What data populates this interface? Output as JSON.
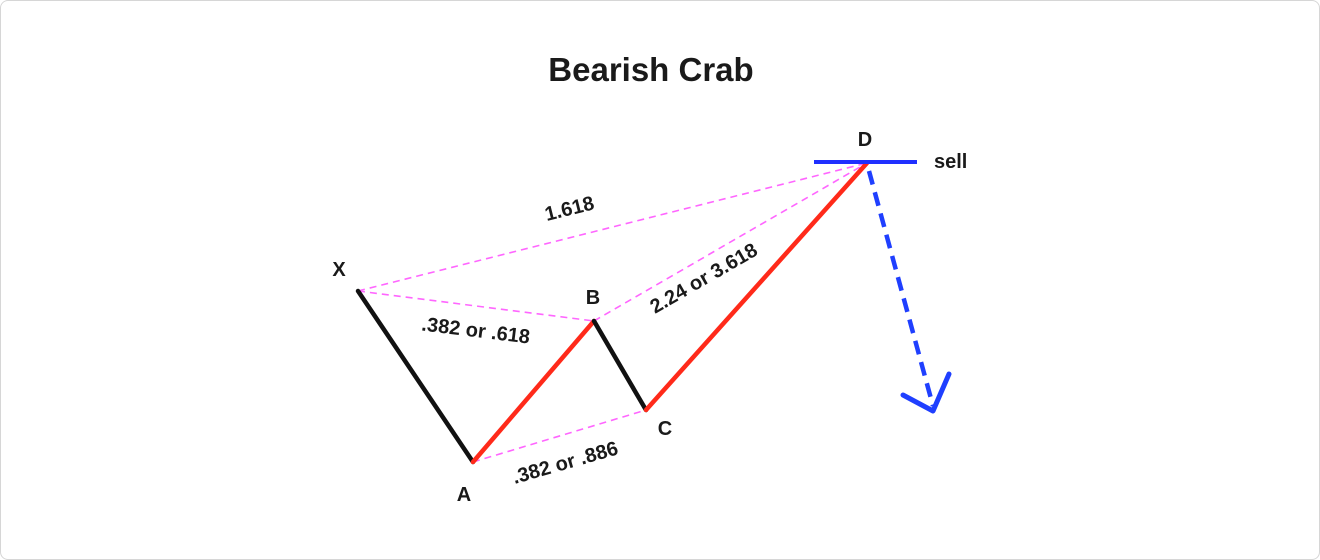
{
  "title": "Bearish Crab",
  "points": {
    "X": "X",
    "A": "A",
    "B": "B",
    "C": "C",
    "D": "D"
  },
  "ratios": {
    "xd": "1.618",
    "xb": ".382 or .618",
    "ac": ".382 or .886",
    "bd": "2.24 or 3.618"
  },
  "action_label": "sell",
  "colors": {
    "black_leg": "#111111",
    "red_leg": "#ff2a1a",
    "ratio_dash": "#ff66ff",
    "sell_line": "#1f2fff",
    "arrow": "#1f3fff"
  }
}
